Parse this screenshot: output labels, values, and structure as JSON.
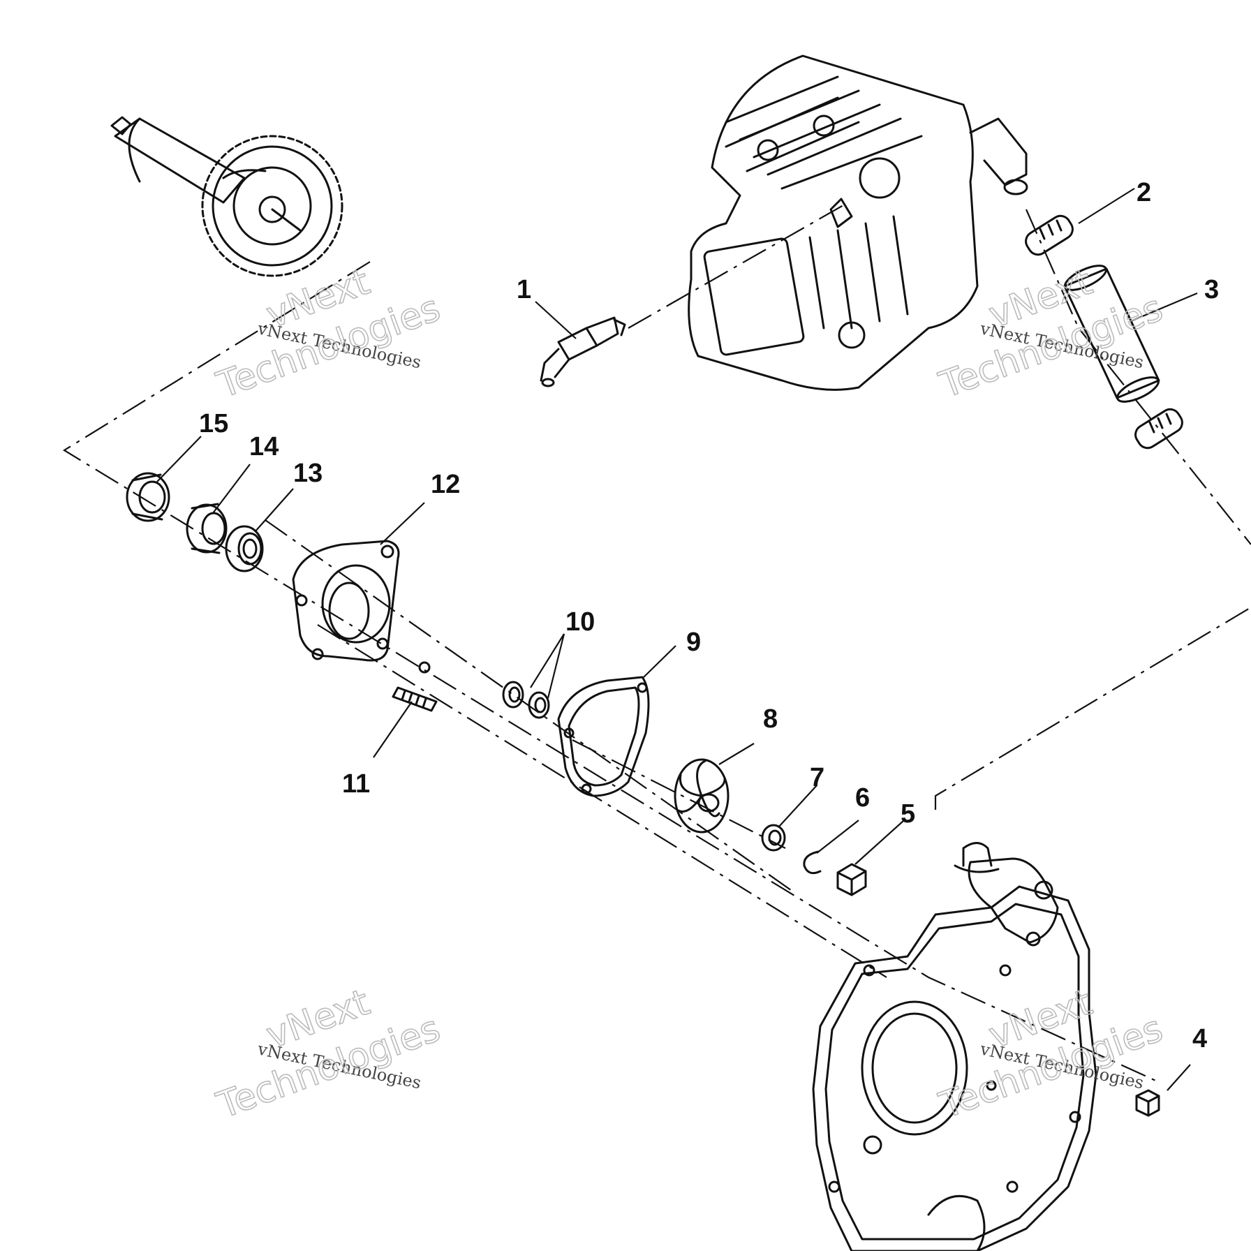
{
  "callouts": {
    "c1": "1",
    "c2": "2",
    "c3": "3",
    "c4": "4",
    "c5": "5",
    "c6": "6",
    "c7": "7",
    "c8": "8",
    "c9": "9",
    "c10": "10",
    "c11": "11",
    "c12": "12",
    "c13": "13",
    "c14": "14",
    "c15": "15"
  },
  "watermark": {
    "brand": "vNext Technologies",
    "word1": "vNext",
    "word2": "Technologies"
  },
  "colors": {
    "line": "#111111",
    "background": "#ffffff",
    "watermark": "#bbbbbb"
  }
}
